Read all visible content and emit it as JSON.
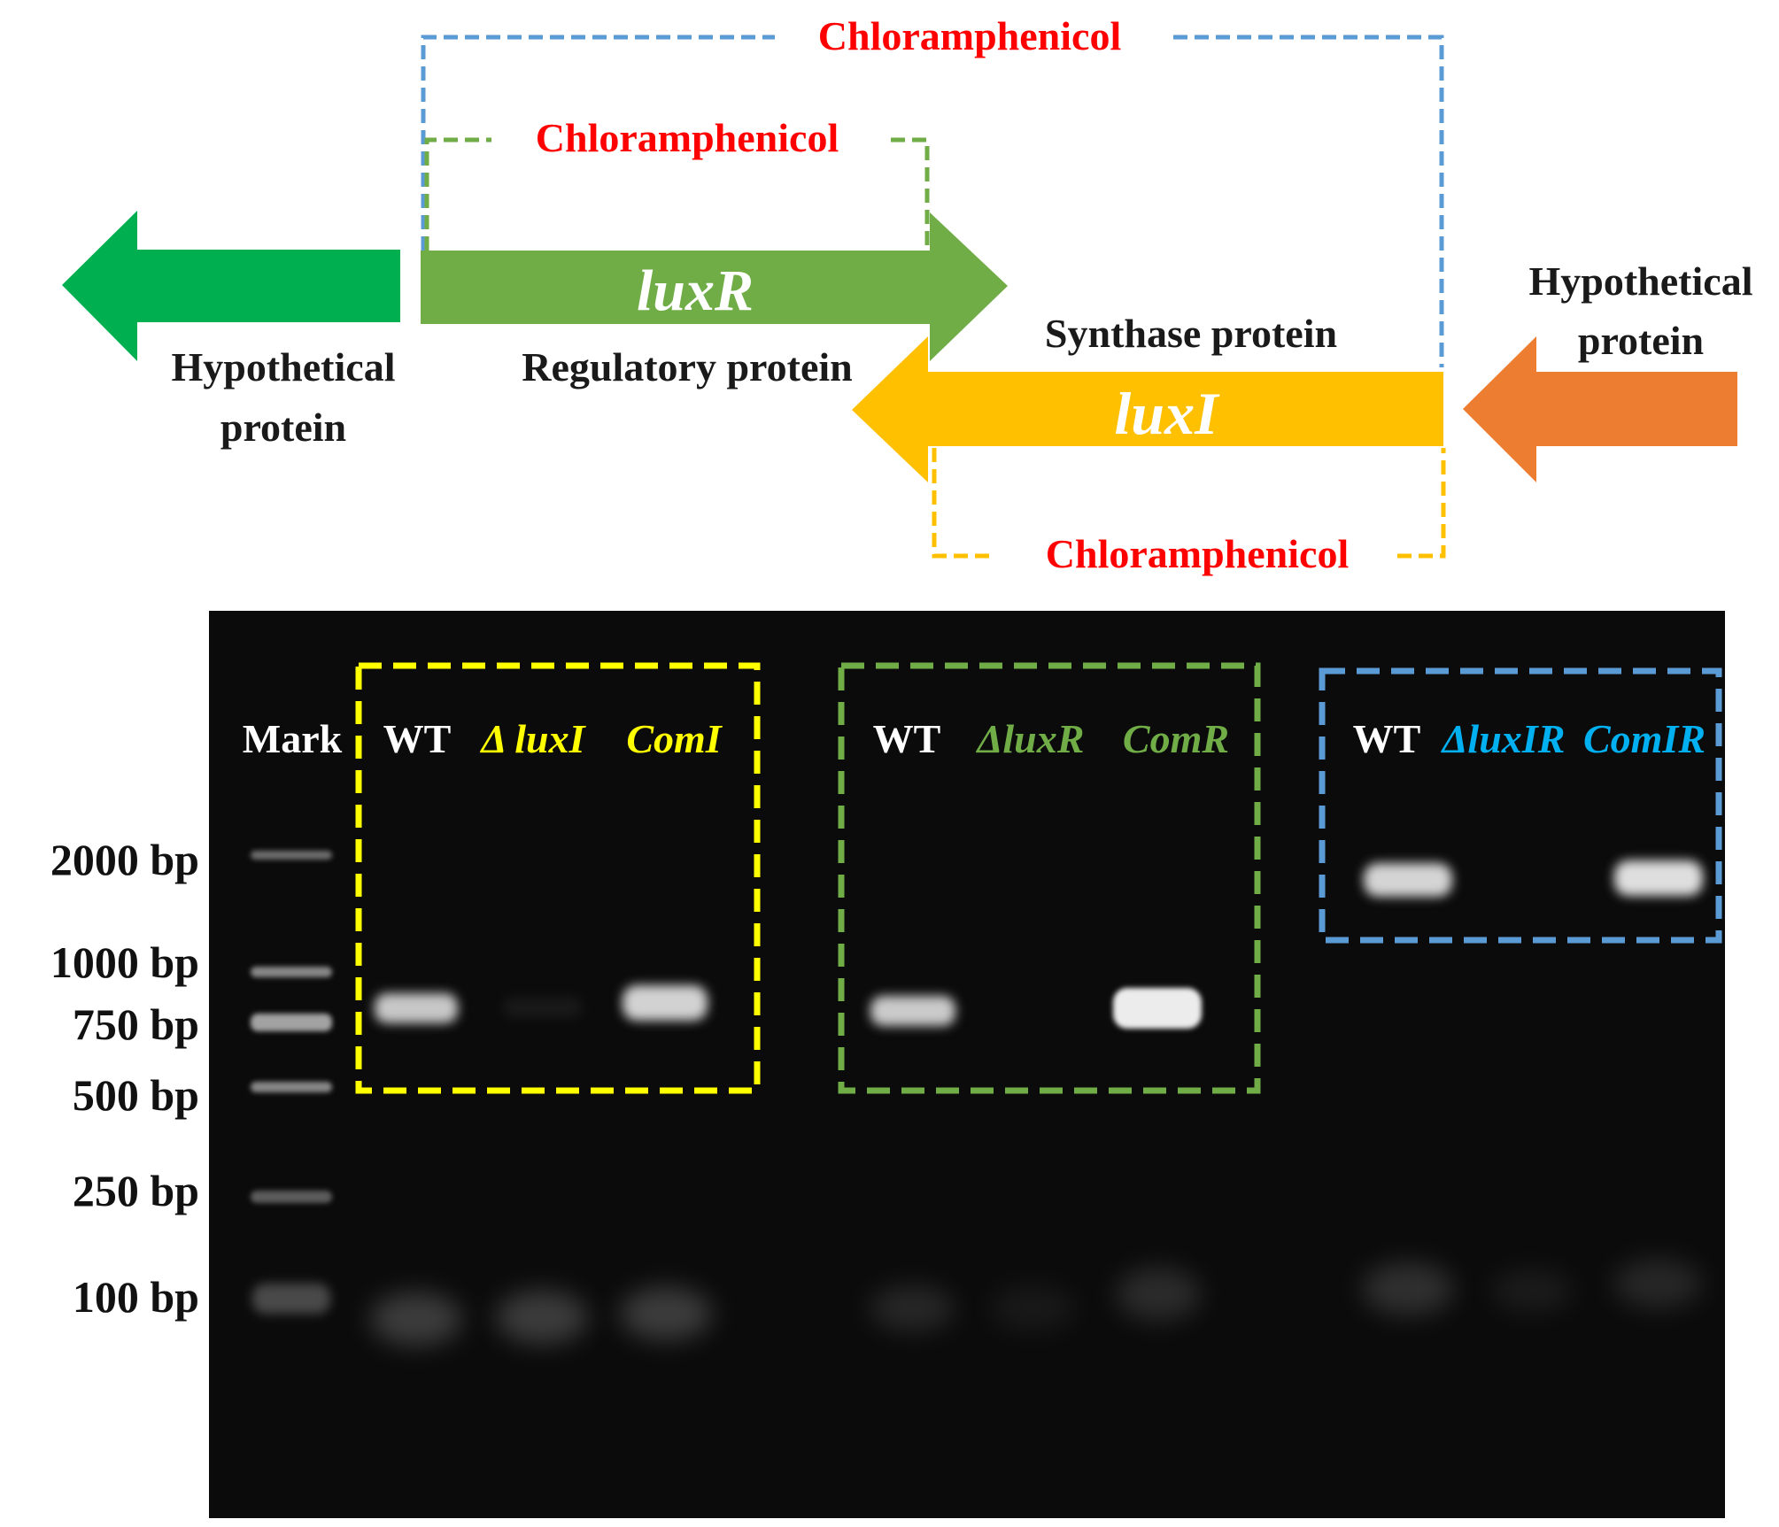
{
  "gene_map": {
    "genes": [
      {
        "key": "left_hyp",
        "label_lines": [
          "Hypothetical",
          "protein"
        ],
        "color": "#00b050"
      },
      {
        "key": "luxR",
        "name": "luxR",
        "label": "Regulatory protein",
        "color": "#70ad47"
      },
      {
        "key": "luxI",
        "name": "luxI",
        "label": "Synthase protein",
        "color": "#ffc000"
      },
      {
        "key": "right_hyp",
        "label_lines": [
          "Hypothetical",
          "protein"
        ],
        "color": "#ed7d31"
      }
    ],
    "brackets": [
      {
        "label": "Chloramphenicol",
        "color": "#5b9bd5",
        "text_color": "#ff0000"
      },
      {
        "label": "Chloramphenicol",
        "color": "#70ad47",
        "text_color": "#ff0000"
      },
      {
        "label": "Chloramphenicol",
        "color": "#ffc000",
        "text_color": "#ff0000"
      }
    ]
  },
  "gel": {
    "background": "#0b0b0b",
    "marker_label": "Mark",
    "ladder_labels": [
      "2000 bp",
      "1000 bp",
      "750 bp",
      "500 bp",
      "250 bp",
      "100 bp"
    ],
    "groups": [
      {
        "color": "#ffff00",
        "lanes": [
          {
            "label": "WT",
            "label_color": "#ffffff",
            "italic": false
          },
          {
            "label": "Δ luxI",
            "label_color": "#ffff00",
            "italic": true
          },
          {
            "label": "ComI",
            "label_color": "#ffff00",
            "italic": true
          }
        ]
      },
      {
        "color": "#70ad47",
        "lanes": [
          {
            "label": "WT",
            "label_color": "#ffffff",
            "italic": false
          },
          {
            "label": "ΔluxR",
            "label_color": "#70ad47",
            "italic": true
          },
          {
            "label": "ComR",
            "label_color": "#70ad47",
            "italic": true
          }
        ]
      },
      {
        "color": "#5b9bd5",
        "lanes": [
          {
            "label": "WT",
            "label_color": "#ffffff",
            "italic": false
          },
          {
            "label": "ΔluxIR",
            "label_color": "#00b0f0",
            "italic": true
          },
          {
            "label": "ComIR",
            "label_color": "#00b0f0",
            "italic": true
          }
        ]
      }
    ]
  }
}
